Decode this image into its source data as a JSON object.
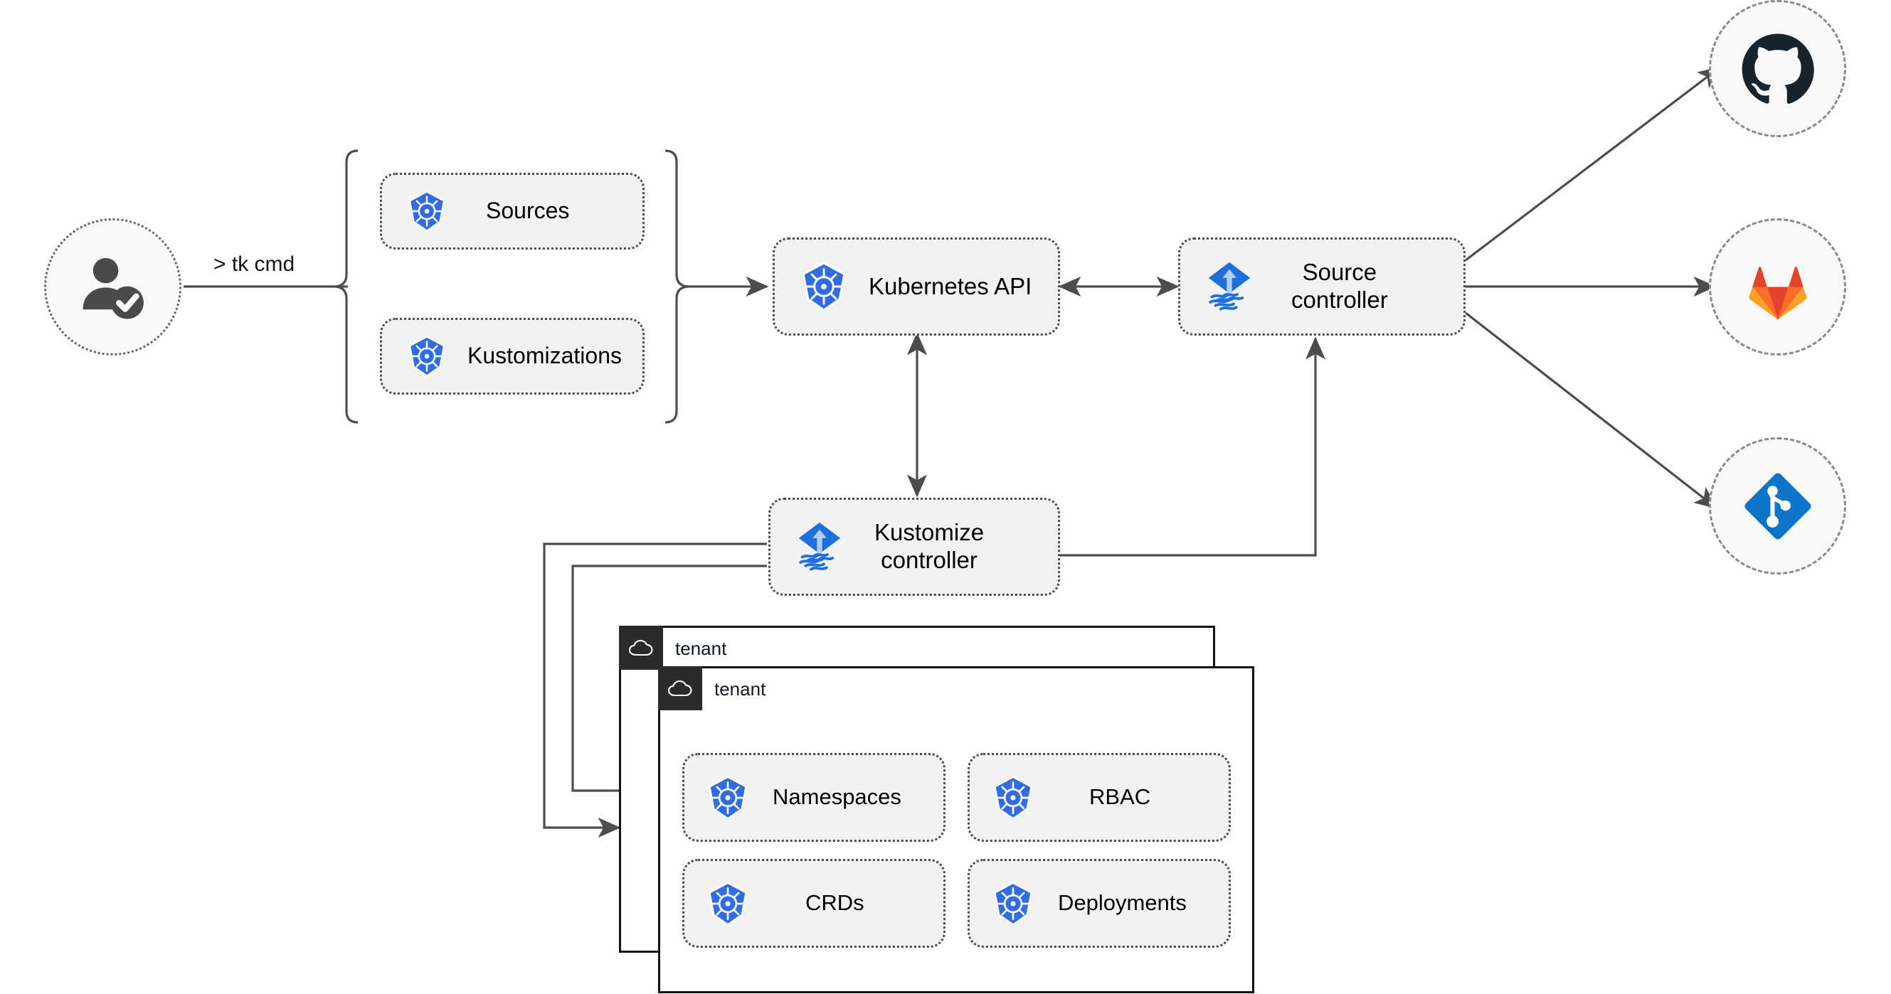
{
  "diagram": {
    "title": "Flux GitOps multi-tenancy architecture",
    "background": "#ffffff",
    "accent_blue": "#326ce5",
    "flux_blue": "#1f6fdd",
    "panel_fill": "#f2f2f2",
    "stroke": "#4d4d4d"
  },
  "actor": {
    "name": "user",
    "icon": "user-check-icon",
    "command_label": "> tk cmd"
  },
  "crd_group": {
    "brace": "curly-brace",
    "items": [
      {
        "label": "Sources",
        "icon": "kubernetes-icon"
      },
      {
        "label": "Kustomizations",
        "icon": "kubernetes-icon"
      }
    ]
  },
  "cluster": {
    "api": {
      "label": "Kubernetes API",
      "icon": "kubernetes-icon"
    },
    "controllers": [
      {
        "label": "Source\ncontroller",
        "icon": "flux-icon"
      },
      {
        "label": "Kustomize\ncontroller",
        "icon": "flux-icon"
      }
    ]
  },
  "providers": [
    {
      "name": "github",
      "icon": "github-icon",
      "color": "#17242e"
    },
    {
      "name": "gitlab",
      "icon": "gitlab-icon",
      "color": "#e24329"
    },
    {
      "name": "azure-repos",
      "icon": "git-branch-diamond-icon",
      "color": "#0b75c9"
    }
  ],
  "tenants": [
    {
      "title": "tenant",
      "icon": "cloud-icon",
      "resources": []
    },
    {
      "title": "tenant",
      "icon": "cloud-icon",
      "resources": [
        {
          "label": "Namespaces",
          "icon": "kubernetes-icon"
        },
        {
          "label": "RBAC",
          "icon": "kubernetes-icon"
        },
        {
          "label": "CRDs",
          "icon": "kubernetes-icon"
        },
        {
          "label": "Deployments",
          "icon": "kubernetes-icon"
        }
      ]
    }
  ],
  "connections": [
    {
      "from": "user",
      "to": "crd-group",
      "label": "> tk cmd",
      "arrow": "single"
    },
    {
      "from": "crd-group",
      "to": "kubernetes-api",
      "arrow": "single"
    },
    {
      "from": "kubernetes-api",
      "to": "source-controller",
      "arrow": "double"
    },
    {
      "from": "kubernetes-api",
      "to": "kustomize-controller",
      "arrow": "double"
    },
    {
      "from": "kustomize-controller",
      "to": "source-controller",
      "arrow": "single"
    },
    {
      "from": "source-controller",
      "to": "github",
      "arrow": "single"
    },
    {
      "from": "source-controller",
      "to": "gitlab",
      "arrow": "single"
    },
    {
      "from": "source-controller",
      "to": "azure-repos",
      "arrow": "single"
    },
    {
      "from": "kustomize-controller",
      "to": "tenant-1",
      "arrow": "single"
    },
    {
      "from": "kustomize-controller",
      "to": "tenant-2",
      "arrow": "single"
    }
  ]
}
